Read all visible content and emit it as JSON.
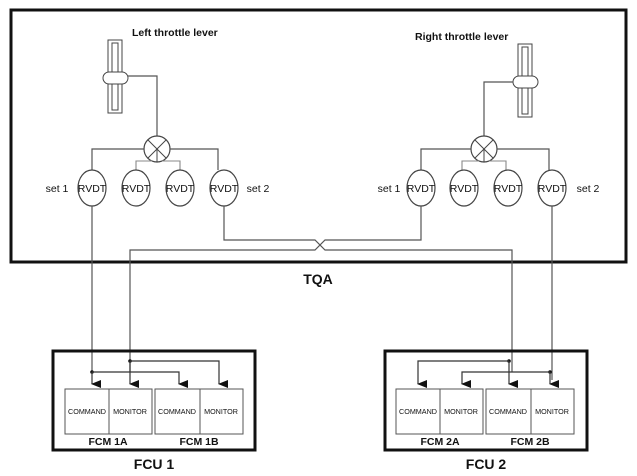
{
  "diagram": {
    "tqa": {
      "label": "TQA",
      "left_lever": {
        "label": "Left throttle lever"
      },
      "right_lever": {
        "label": "Right throttle lever"
      },
      "left_rvdts": [
        "RVDT",
        "RVDT",
        "RVDT",
        "RVDT"
      ],
      "right_rvdts": [
        "RVDT",
        "RVDT",
        "RVDT",
        "RVDT"
      ],
      "left_set1": "set 1",
      "left_set2": "set 2",
      "right_set1": "set 1",
      "right_set2": "set 2"
    },
    "fcu1": {
      "label": "FCU 1",
      "fcms": [
        {
          "label": "FCM 1A",
          "command": "COMMAND",
          "monitor": "MONITOR"
        },
        {
          "label": "FCM 1B",
          "command": "COMMAND",
          "monitor": "MONITOR"
        }
      ]
    },
    "fcu2": {
      "label": "FCU 2",
      "fcms": [
        {
          "label": "FCM 2A",
          "command": "COMMAND",
          "monitor": "MONITOR"
        },
        {
          "label": "FCM 2B",
          "command": "COMMAND",
          "monitor": "MONITOR"
        }
      ]
    }
  }
}
